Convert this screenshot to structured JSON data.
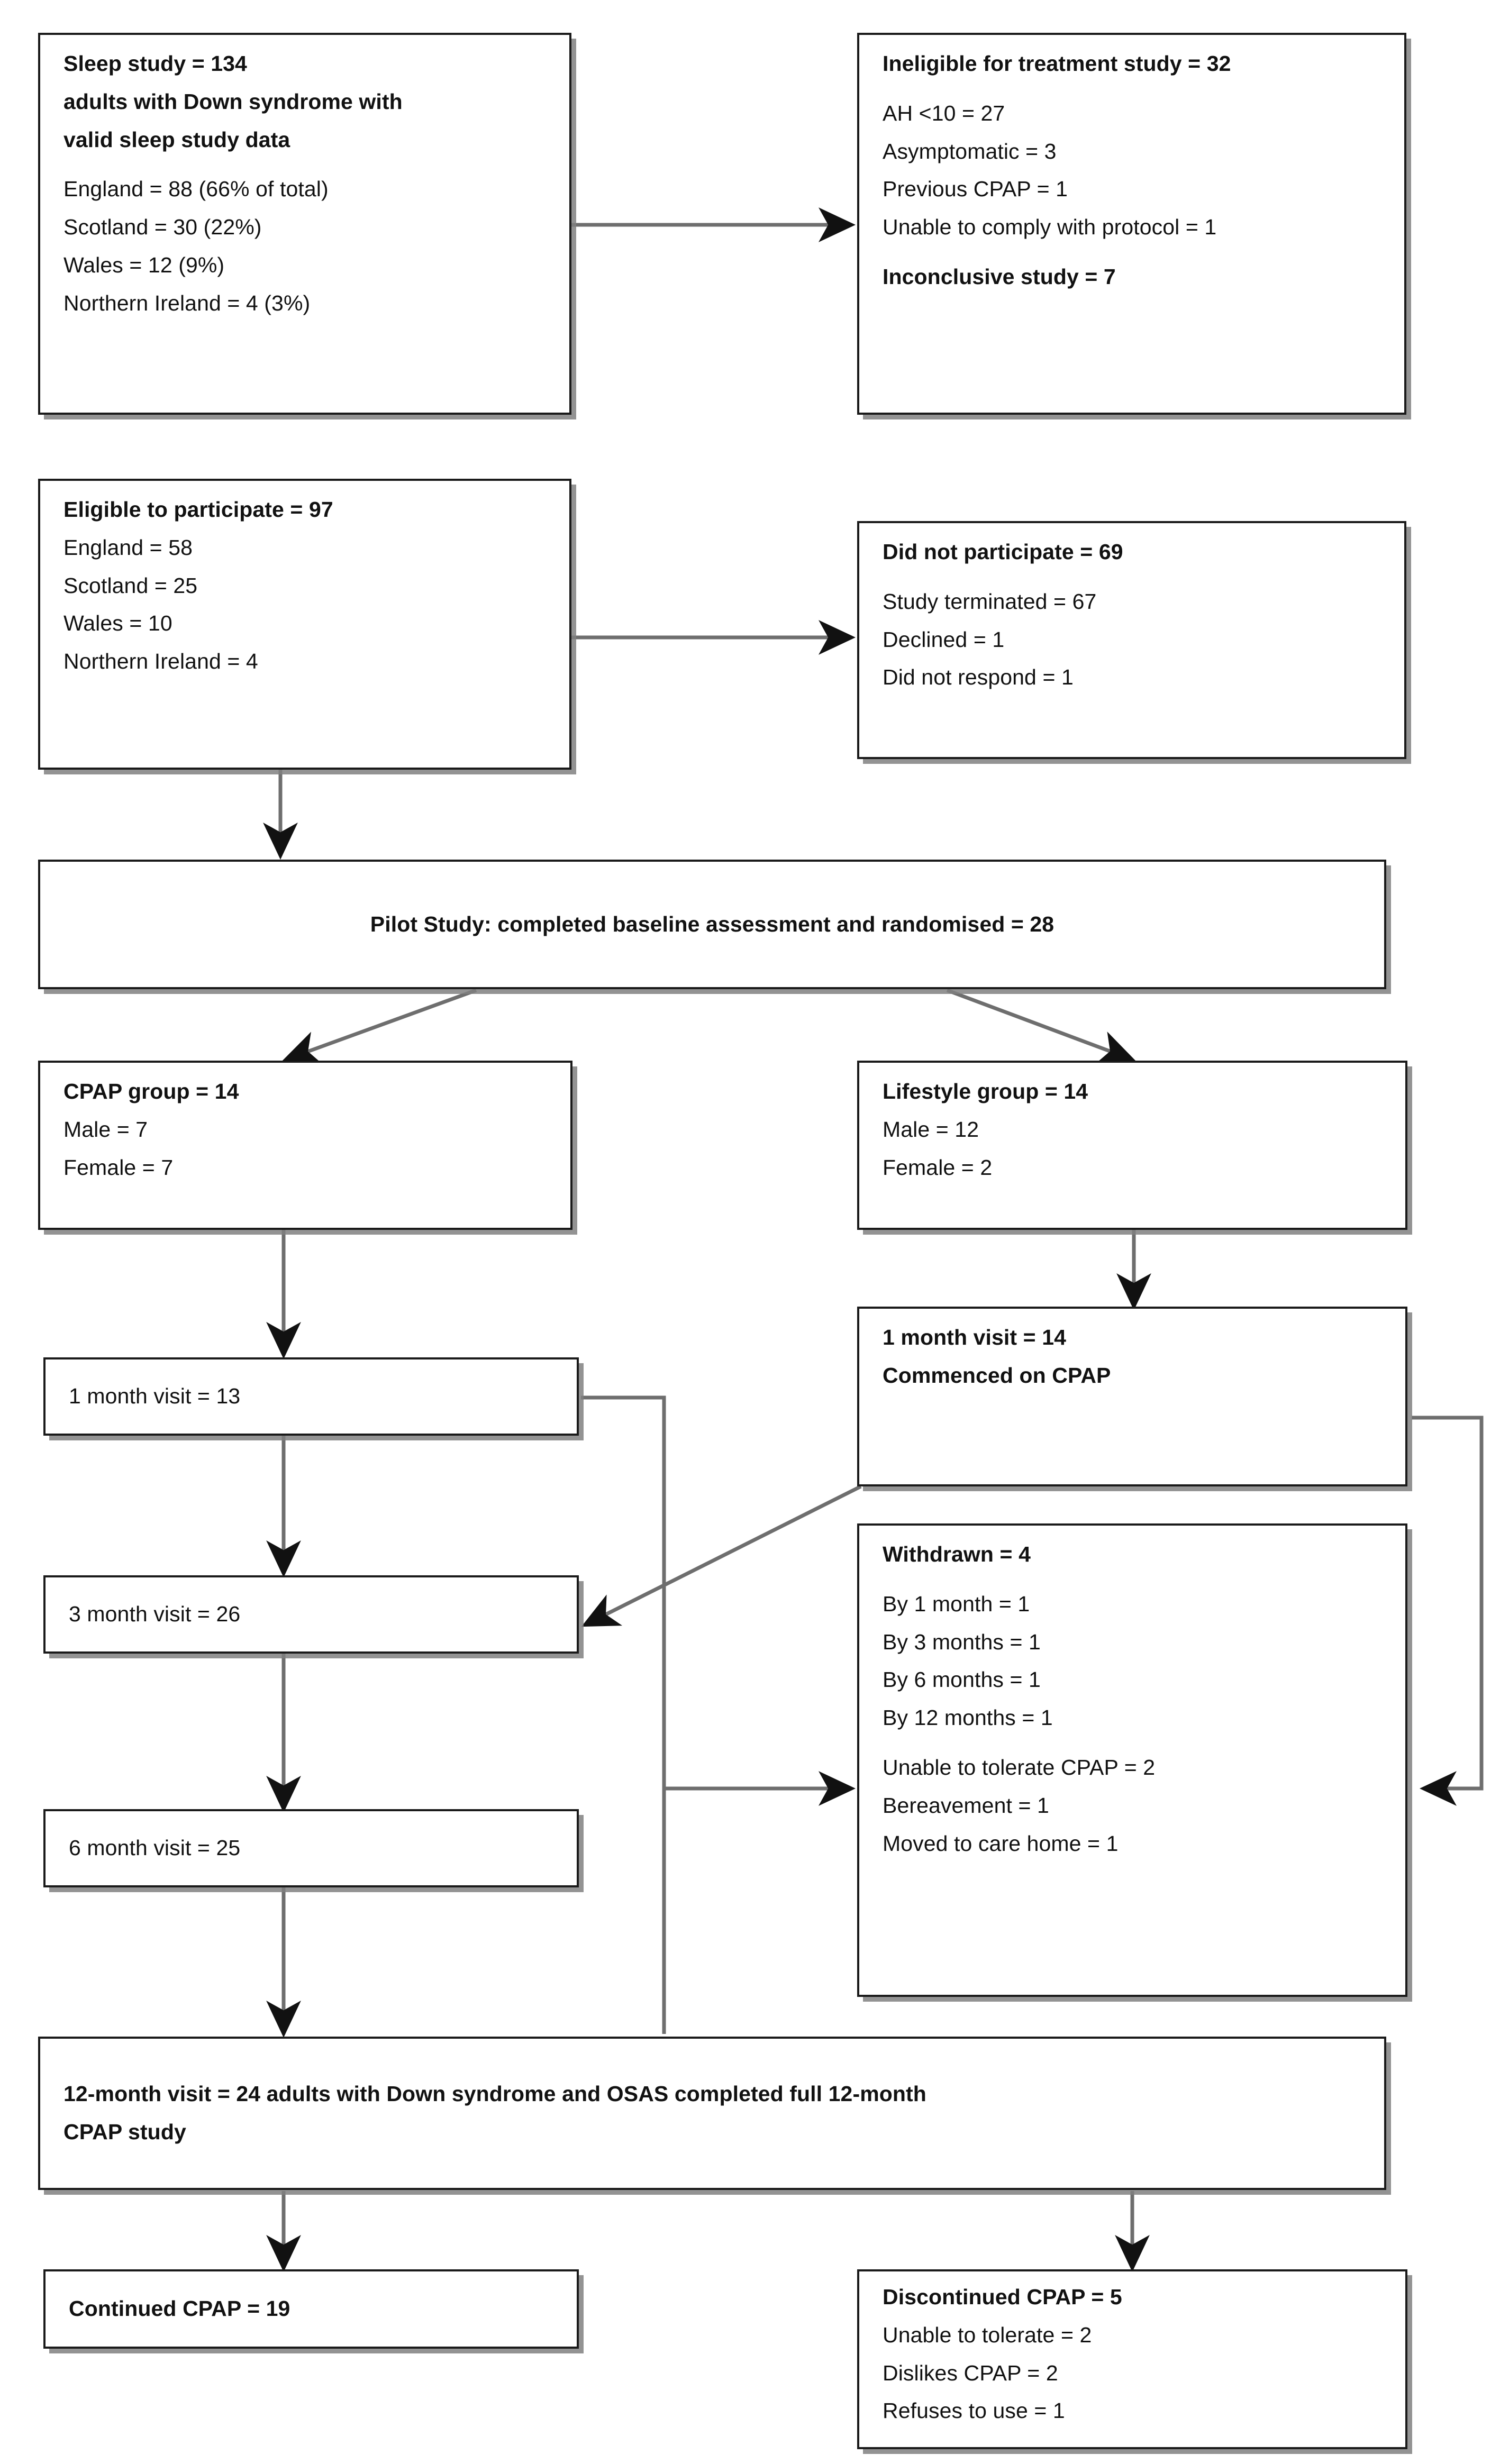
{
  "diagram": {
    "title": "CPAP pilot study participant flow diagram",
    "type": "consort-flowchart",
    "colors": {
      "box_border": "#1a1a1a",
      "box_shadow": "#808080",
      "connector": "#555555",
      "text": "#111111",
      "background": "#ffffff"
    }
  },
  "boxes": {
    "sleep_study": {
      "heading1": "Sleep study = 134",
      "heading2": "adults with Down syndrome with",
      "heading3": "valid sleep study data",
      "items": [
        "England = 88 (66% of total)",
        "Scotland = 30 (22%)",
        "Wales = 12 (9%)",
        "Northern Ireland = 4 (3%)"
      ]
    },
    "ineligible": {
      "heading": "Ineligible for treatment study = 32",
      "items": [
        "AH <10 = 27",
        "Asymptomatic = 3",
        "Previous CPAP = 1",
        "Unable to comply with protocol = 1"
      ],
      "footer": "Inconclusive study = 7"
    },
    "eligible": {
      "heading": "Eligible to participate = 97",
      "items": [
        "England = 58",
        "Scotland = 25",
        "Wales = 10",
        "Northern Ireland = 4"
      ]
    },
    "did_not_participate": {
      "heading": "Did not participate = 69",
      "items": [
        "Study terminated = 67",
        "Declined = 1",
        "Did not respond = 1"
      ]
    },
    "pilot_study": {
      "heading": "Pilot Study: completed baseline assessment and randomised = 28"
    },
    "cpap_group": {
      "heading": "CPAP group = 14",
      "items": [
        "Male = 7",
        "Female = 7"
      ]
    },
    "lifestyle_group": {
      "heading": "Lifestyle group = 14",
      "items": [
        "Male = 12",
        "Female = 2"
      ]
    },
    "visit_1_month_left": {
      "heading": "1 month visit = 13"
    },
    "visit_1_month_right": {
      "heading": "1 month visit = 14",
      "subtext": "Commenced on CPAP"
    },
    "visit_3_month": {
      "heading": "3 month visit = 26"
    },
    "visit_6_month": {
      "heading": "6 month visit = 25"
    },
    "withdrawn": {
      "heading": "Withdrawn = 4",
      "timing": [
        "By 1 month = 1",
        "By 3 months = 1",
        "By 6 months = 1",
        "By 12 months = 1"
      ],
      "reasons": [
        "Unable to tolerate CPAP = 2",
        "Bereavement = 1",
        "Moved to care home = 1"
      ]
    },
    "visit_12_month": {
      "line1": "12-month visit = 24 adults with Down syndrome and OSAS completed full 12-month",
      "line2": "CPAP study"
    },
    "continued_cpap": {
      "heading": "Continued CPAP = 19"
    },
    "discontinued_cpap": {
      "heading": "Discontinued CPAP = 5",
      "items": [
        "Unable to tolerate = 2",
        "Dislikes CPAP = 2",
        "Refuses to use = 1"
      ]
    }
  }
}
